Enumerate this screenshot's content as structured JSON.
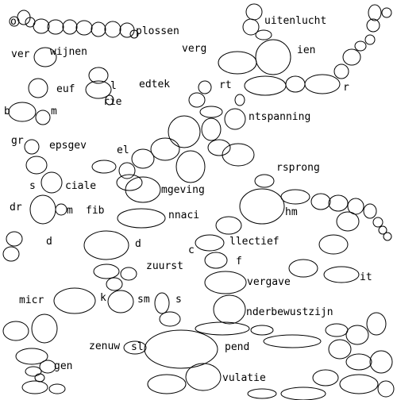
{
  "fragments": [
    "o",
    "plossen",
    "uitenlucht",
    "ver",
    "wijnen",
    "verg",
    "ien",
    "euf",
    "l",
    "edtek",
    "rt",
    "r",
    "rie",
    "b",
    "m",
    "ntspanning",
    "gr",
    "epsgev",
    "el",
    "rsprong",
    "s",
    "ciale",
    "mgeving",
    "dr",
    "m",
    "fib",
    "nnaci",
    "hm",
    "d",
    "d",
    "c",
    "llectief",
    "zuurst",
    "f",
    "vergave",
    "it",
    "micr",
    "k",
    "sm",
    "s",
    "nderbewustzijn",
    "zenuw",
    "sl",
    "pend",
    "gen",
    "vulatie"
  ],
  "colors": {
    "background": "#ffffff",
    "ink": "#000000"
  }
}
